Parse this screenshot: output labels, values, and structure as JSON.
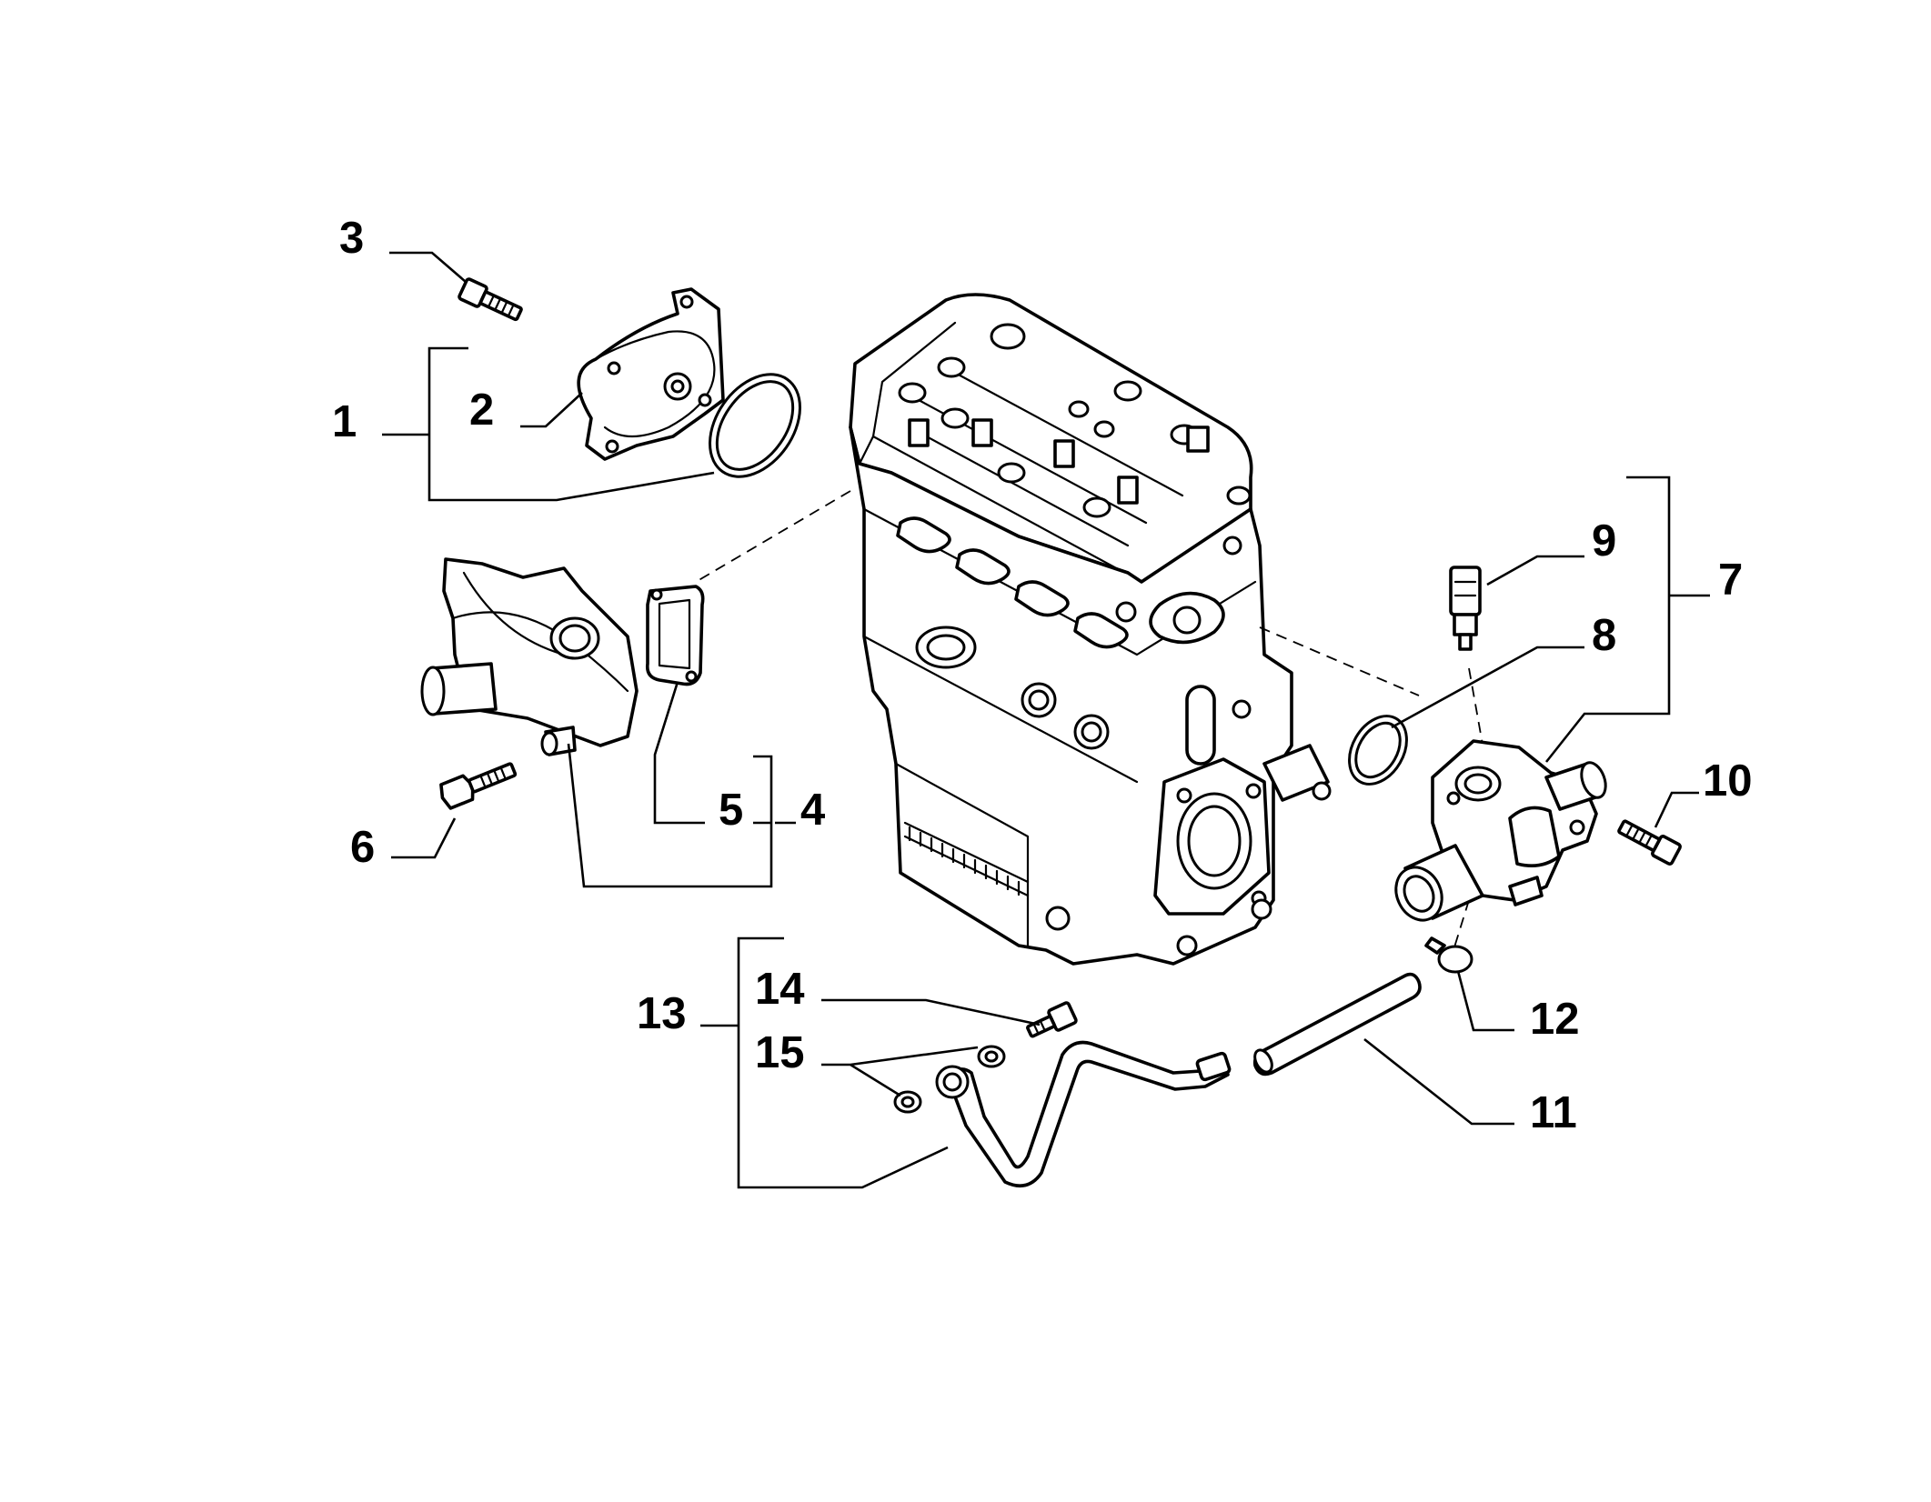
{
  "callouts": {
    "c1": "1",
    "c2": "2",
    "c3": "3",
    "c4": "4",
    "c5": "5",
    "c6": "6",
    "c7": "7",
    "c8": "8",
    "c9": "9",
    "c10": "10",
    "c11": "11",
    "c12": "12",
    "c13": "13",
    "c14": "14",
    "c15": "15"
  },
  "parts": [
    {
      "callout": "1",
      "icon": "water-pump-kit-bracket"
    },
    {
      "callout": "2",
      "icon": "water-pump-icon"
    },
    {
      "callout": "3",
      "icon": "bolt-icon"
    },
    {
      "callout": "4",
      "icon": "coolant-outlet-kit-bracket"
    },
    {
      "callout": "5",
      "icon": "gasket-icon"
    },
    {
      "callout": "6",
      "icon": "bolt-icon"
    },
    {
      "callout": "7",
      "icon": "thermostat-kit-bracket"
    },
    {
      "callout": "8",
      "icon": "o-ring-icon"
    },
    {
      "callout": "9",
      "icon": "temperature-sensor-icon"
    },
    {
      "callout": "10",
      "icon": "bolt-icon"
    },
    {
      "callout": "11",
      "icon": "hose-icon"
    },
    {
      "callout": "12",
      "icon": "hose-clamp-icon"
    },
    {
      "callout": "13",
      "icon": "pipe-kit-bracket"
    },
    {
      "callout": "14",
      "icon": "bolt-icon"
    },
    {
      "callout": "15",
      "icon": "washer-icon"
    }
  ],
  "colors": {
    "ink": "#000000",
    "paper": "#ffffff",
    "shade": "#dcdcdc"
  }
}
